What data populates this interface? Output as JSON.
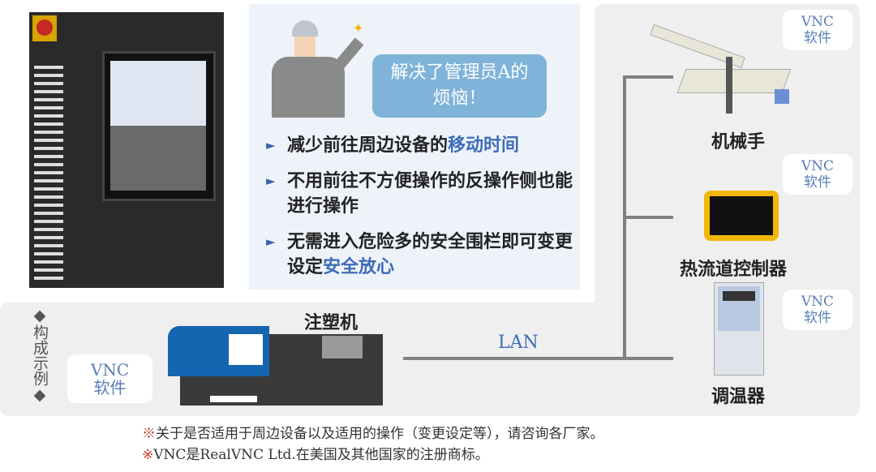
{
  "banner": {
    "line1": "解决了管理员A的",
    "line2": "烦恼！"
  },
  "benefits": [
    {
      "text": "减少前往周边设备的",
      "highlight": "移动时间"
    },
    {
      "text": "不用前往不方便操作的反操作侧也能进行操作",
      "highlight": ""
    },
    {
      "text": "无需进入危险多的安全围栏即可变更设定",
      "highlight": "安全放心"
    }
  ],
  "section_label": "构成示例",
  "vnc": {
    "line1": "VNC",
    "line2": "软件"
  },
  "devices": {
    "injection": "注塑机",
    "robot": "机械手",
    "hotrunner": "热流道控制器",
    "temp": "调温器"
  },
  "lan": "LAN",
  "notes": [
    {
      "mark": "※",
      "text": "关于是否适用于周边设备以及适用的操作（变更设定等），请咨询各厂家。"
    },
    {
      "mark": "※",
      "text": "VNC是RealVNC Ltd.在美国及其他国家的注册商标。"
    }
  ],
  "colors": {
    "accent": "#3d6cb8",
    "machine_blue": "#1565b0"
  }
}
